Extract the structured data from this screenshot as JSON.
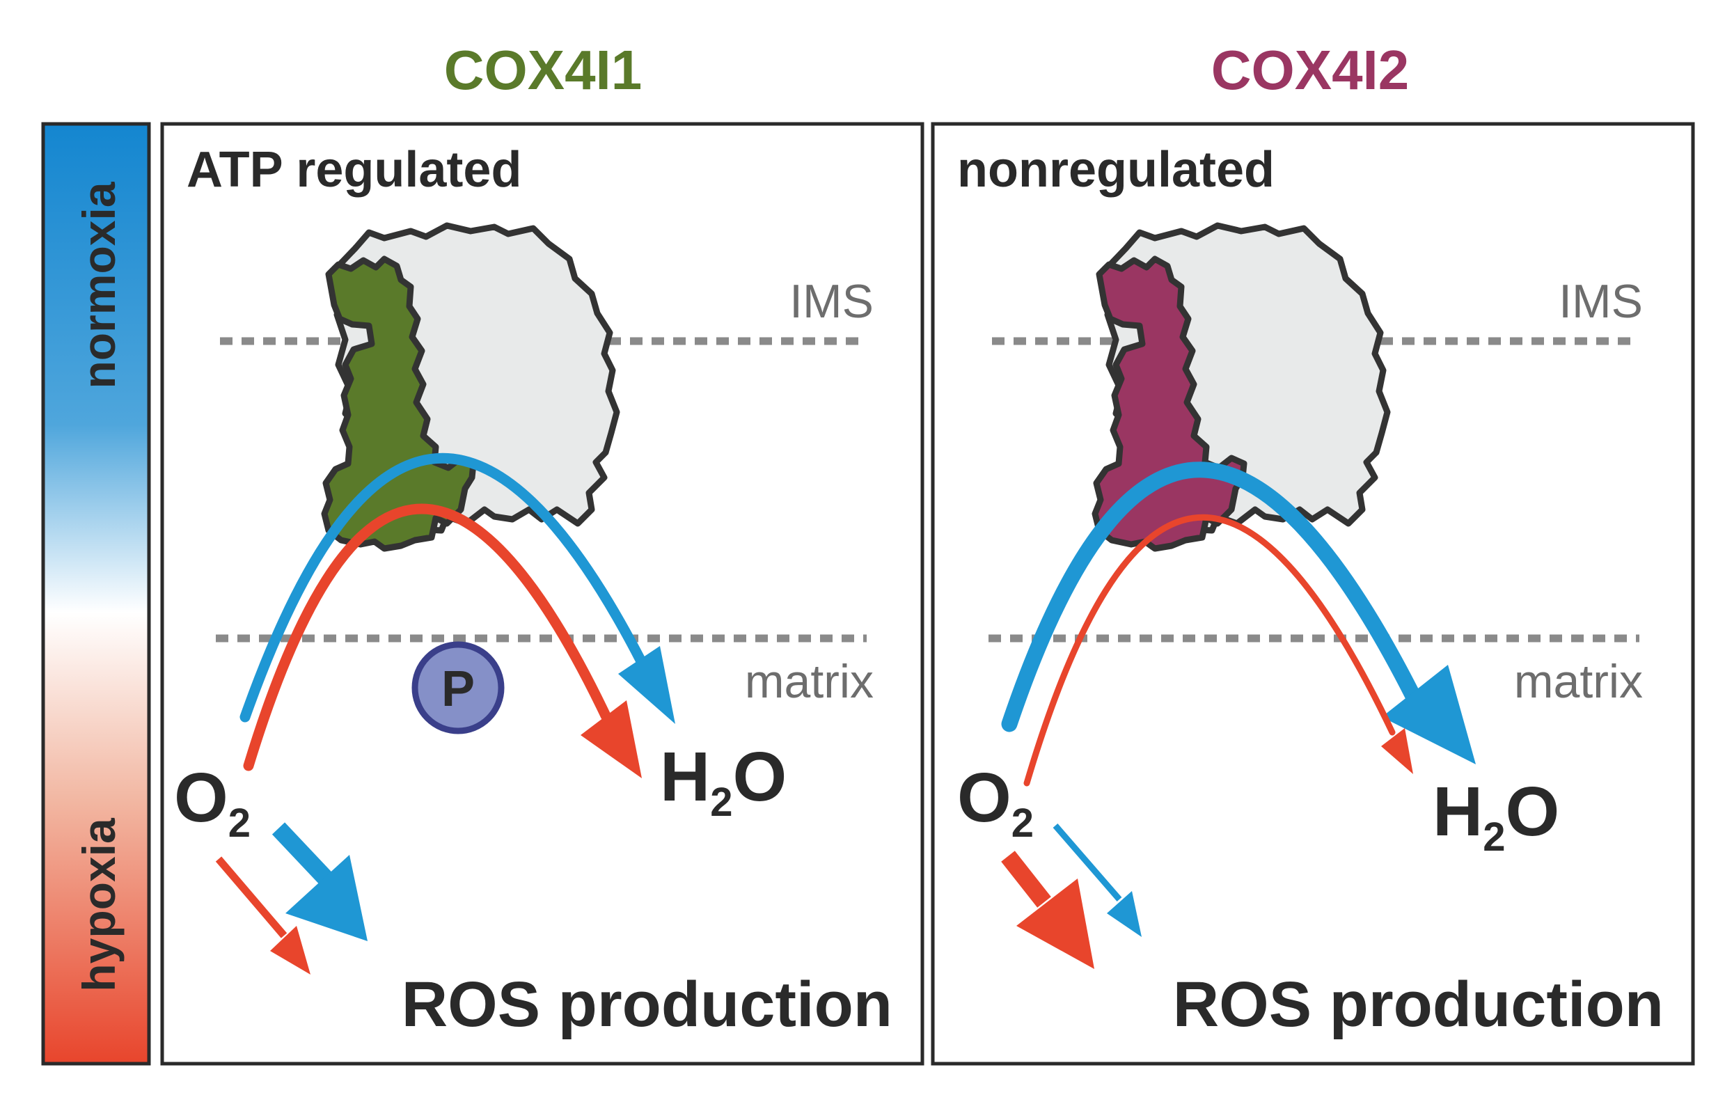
{
  "columns": {
    "left_title": "COX4I1",
    "right_title": "COX4I2"
  },
  "side_bar": {
    "top_label": "normoxia",
    "bottom_label": "hypoxia"
  },
  "left_panel": {
    "heading": "ATP regulated",
    "ims_label": "IMS",
    "matrix_label": "matrix",
    "phospho_label": "P",
    "o2_main": "O",
    "o2_sub": "2",
    "h2o_h": "H",
    "h2o_sub": "2",
    "h2o_o": "O",
    "ros_label": "ROS production"
  },
  "right_panel": {
    "heading": "nonregulated",
    "ims_label": "IMS",
    "matrix_label": "matrix",
    "o2_main": "O",
    "o2_sub": "2",
    "h2o_h": "H",
    "h2o_sub": "2",
    "h2o_o": "O",
    "ros_label": "ROS production"
  },
  "colors": {
    "cox4i1": "#5a7a2a",
    "cox4i2": "#9a3662",
    "blue_arrow": "#1f97d4",
    "red_arrow": "#e8452c",
    "complex_fill": "#e8eaea",
    "outline": "#333333",
    "phospho_fill": "#8590c8",
    "phospho_stroke": "#3a3f8a",
    "bar_top": "#1486d0",
    "bar_bottom": "#e8452c"
  }
}
